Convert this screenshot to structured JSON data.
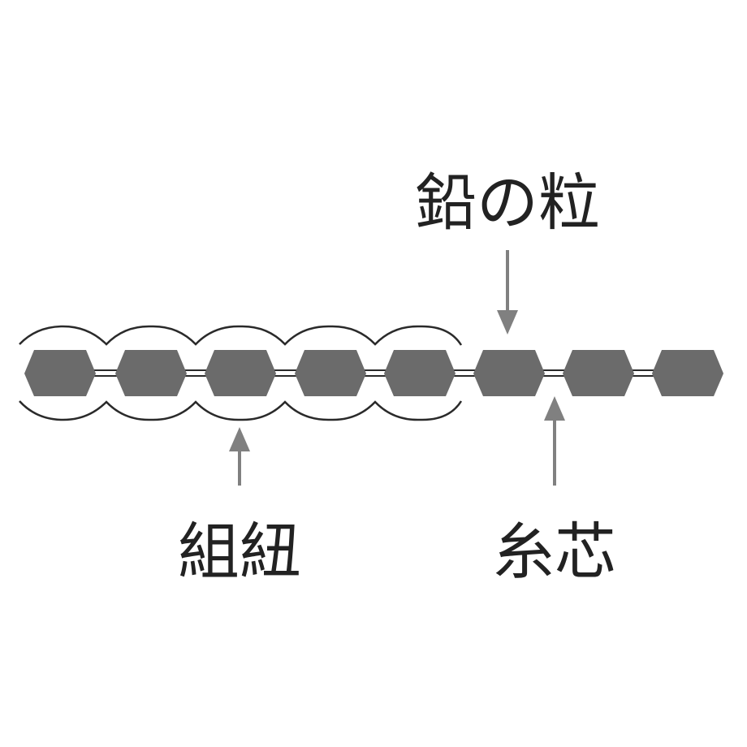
{
  "labels": {
    "lead_beads": "鉛の粒",
    "braided_cord": "組紐",
    "thread_core": "糸芯"
  },
  "colors": {
    "bead_fill": "#6b6b6b",
    "arrow": "#808080",
    "outline": "#2a2a2a",
    "text": "#222222"
  }
}
